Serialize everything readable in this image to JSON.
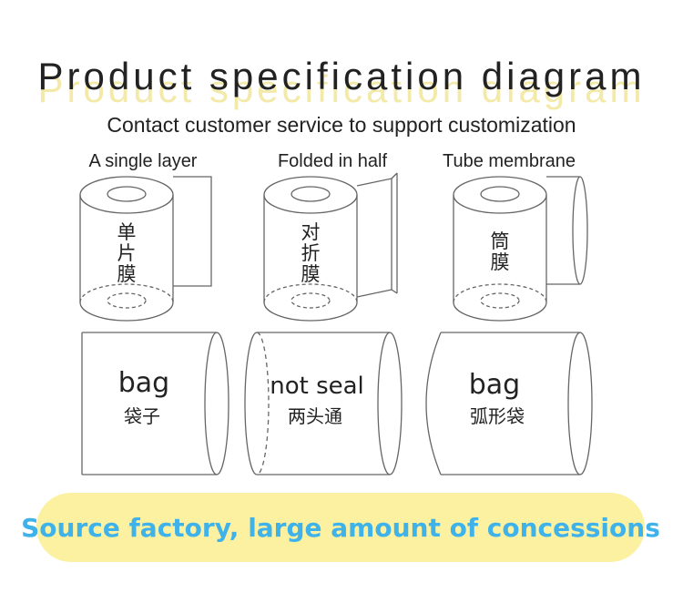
{
  "header": {
    "title": "Product specification diagram",
    "subtitle": "Contact customer service to support customization"
  },
  "columns": [
    {
      "label": "A single layer",
      "roll_text": [
        "单",
        "片",
        "膜"
      ],
      "bag_text_en": "bag",
      "bag_text_cn": "袋子"
    },
    {
      "label": "Folded in half",
      "roll_text": [
        "对",
        "折",
        "膜"
      ],
      "bag_text_en": "not seal",
      "bag_text_cn": "两头通"
    },
    {
      "label": "Tube membrane",
      "roll_text": [
        "筒",
        "膜"
      ],
      "bag_text_en": "bag",
      "bag_text_cn": "弧形袋"
    }
  ],
  "banner": {
    "text": "Source factory, large amount of concessions"
  },
  "colors": {
    "banner_bg": "#fbf1a0",
    "banner_text": "#3fb2ea",
    "line": "#666666"
  }
}
